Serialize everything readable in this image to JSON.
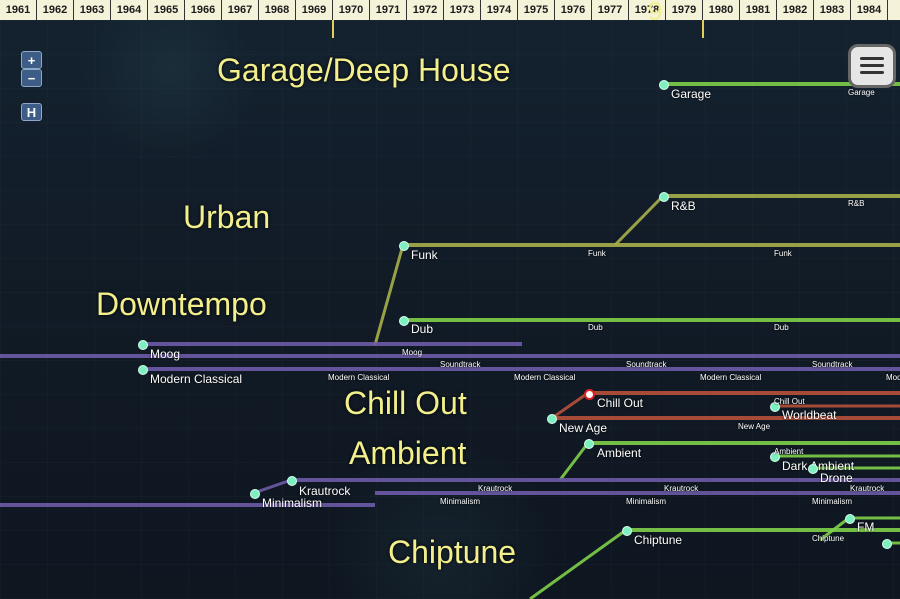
{
  "timeline": {
    "years": [
      "1961",
      "1962",
      "1963",
      "1964",
      "1965",
      "1966",
      "1967",
      "1968",
      "1969",
      "1970",
      "1971",
      "1972",
      "1973",
      "1974",
      "1975",
      "1976",
      "1977",
      "1978",
      "1979",
      "1980",
      "1981",
      "1982",
      "1983",
      "1984"
    ],
    "partial_year": "9"
  },
  "controls": {
    "zoom_in": "+",
    "zoom_out": "−",
    "home": "H"
  },
  "scenes": [
    "Garage/Deep House",
    "Urban",
    "Downtempo",
    "Chill Out",
    "Ambient",
    "Chiptune"
  ],
  "genres": [
    "Garage",
    "R&B",
    "Funk",
    "Dub",
    "Moog",
    "Modern Classical",
    "Chill Out",
    "New Age",
    "Ambient",
    "Worldbeat",
    "Dark Ambient",
    "Drone",
    "Krautrock",
    "Minimalism",
    "Chiptune",
    "FM"
  ],
  "track_labels": [
    "Garage",
    "R&B",
    "Funk",
    "Funk",
    "Dub",
    "Dub",
    "Moog",
    "Soundtrack",
    "Soundtrack",
    "Soundtrack",
    "Modern Classical",
    "Modern Classical",
    "Modern Classical",
    "Mod",
    "Chill Out",
    "New Age",
    "Ambient",
    "Krautrock",
    "Krautrock",
    "Krautrock",
    "Minimalism",
    "Minimalism",
    "Minimalism",
    "Chiptune"
  ],
  "colors": {
    "timeline_bg": "#f5f2da",
    "scene_title": "#f2ef8c",
    "node": "#7ef0c0",
    "green_track": "#7fd04a",
    "olive_track": "#a8b04a",
    "purple_track": "#6d5ba8",
    "red_track": "#b8503a"
  },
  "icons": {
    "menu": "hamburger-icon"
  }
}
